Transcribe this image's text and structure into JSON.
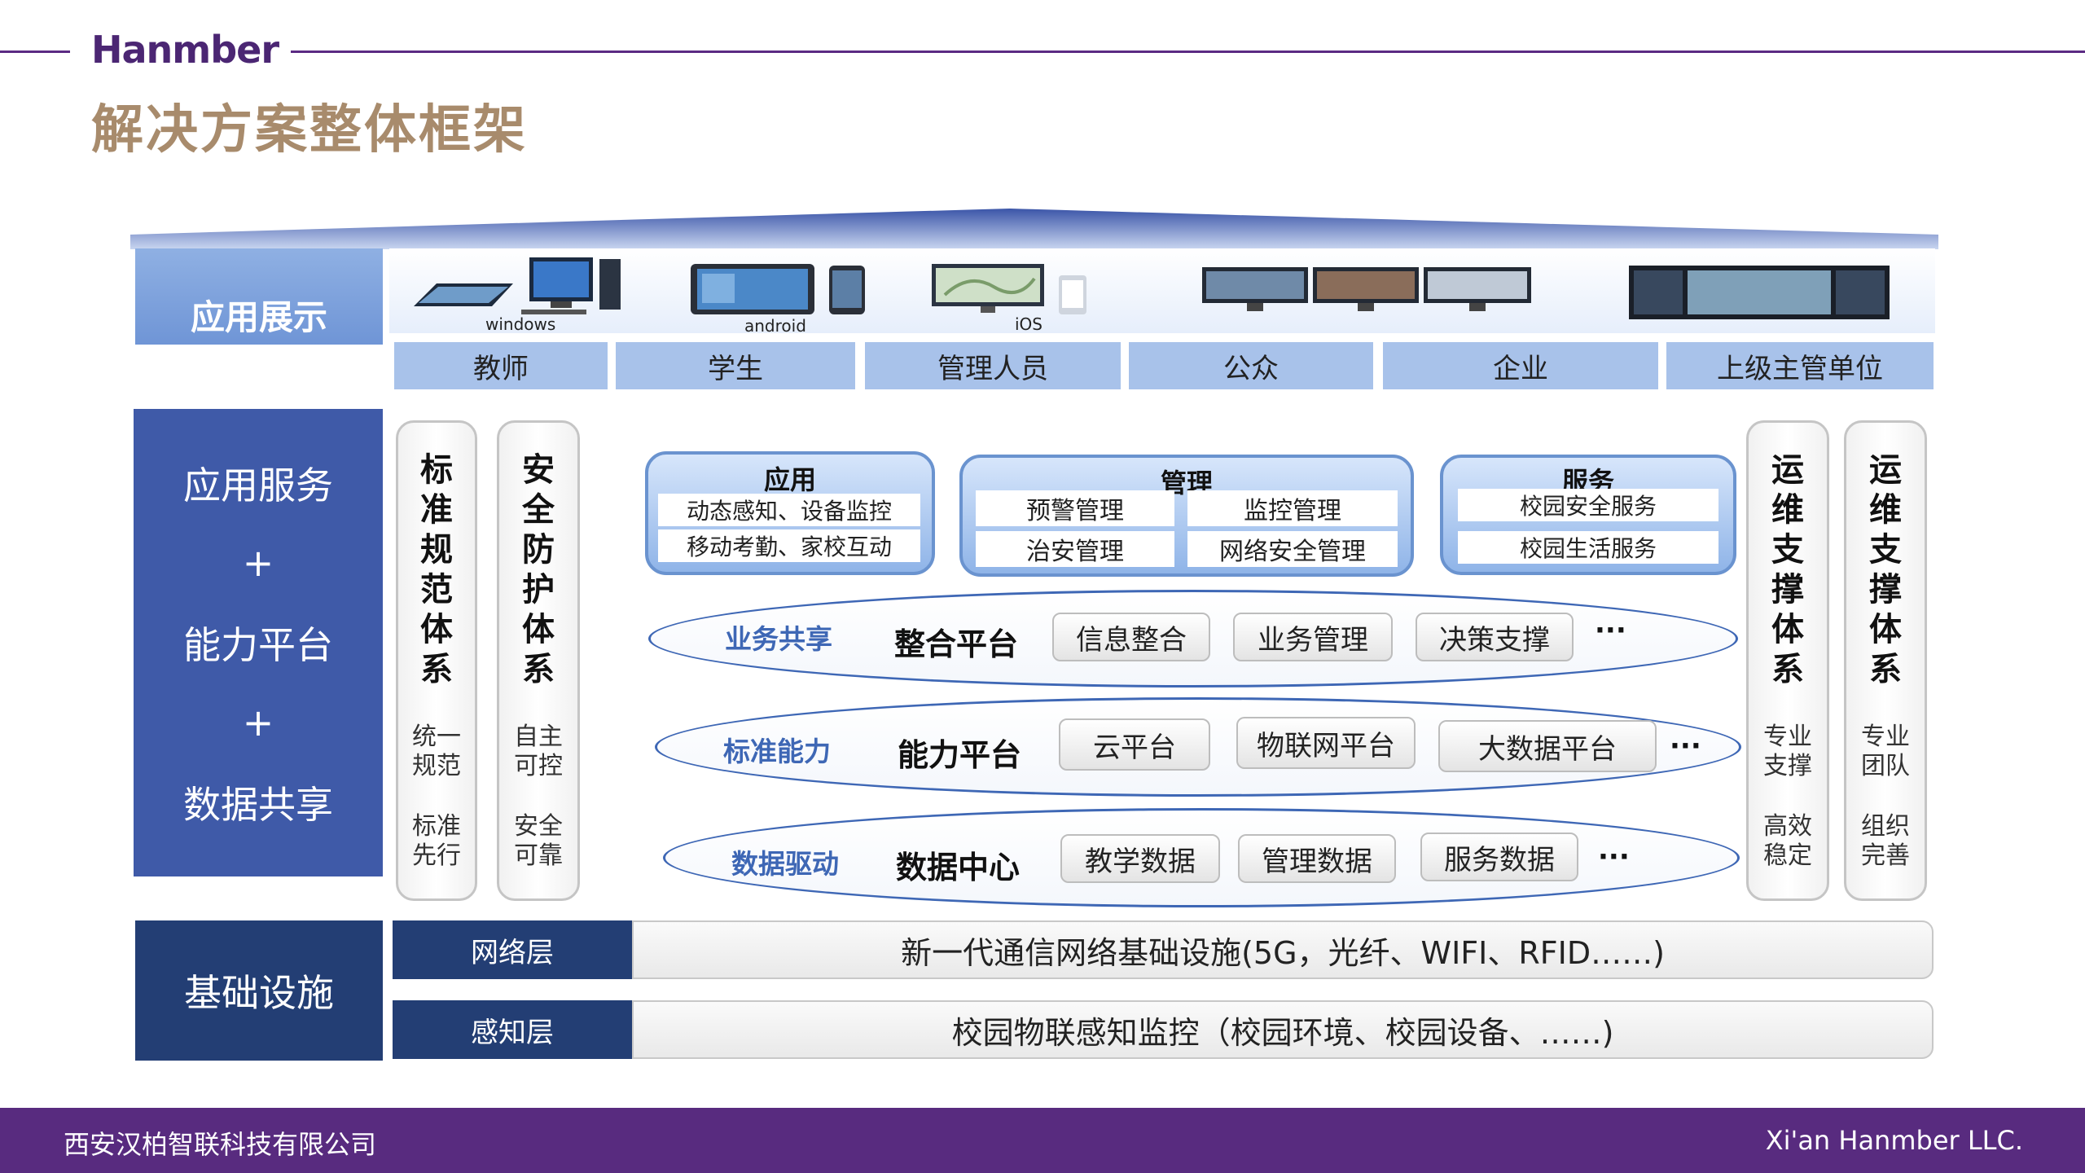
{
  "header": {
    "brand": "Hanmber",
    "title": "解决方案整体框架"
  },
  "footer": {
    "company": "西安汉柏智联科技有限公司",
    "english": "Xi'an Hanmber LLC."
  },
  "left_panels": {
    "app_display": "应用展示",
    "app_service": "应用服务",
    "plus_1": "+",
    "capability_platform": "能力平台",
    "plus_2": "+",
    "data_sharing": "数据共享",
    "infrastructure": "基础设施"
  },
  "devices": [
    {
      "label": "windows",
      "icon": "desktop-pc-icon"
    },
    {
      "label": "android",
      "icon": "tablet-phone-icon"
    },
    {
      "label": "iOS",
      "icon": "monitor-phone-icon"
    },
    {
      "label": "",
      "icon": "multi-monitor-icon"
    },
    {
      "label": "",
      "icon": "video-wall-icon"
    }
  ],
  "roles": [
    "教师",
    "学生",
    "管理人员",
    "公众",
    "企业",
    "上级主管单位"
  ],
  "vertical_cards": [
    {
      "title": [
        "标",
        "准",
        "规",
        "范",
        "体",
        "系"
      ],
      "sub1": [
        "统一",
        "规范"
      ],
      "sub2": [
        "标准",
        "先行"
      ]
    },
    {
      "title": [
        "安",
        "全",
        "防",
        "护",
        "体",
        "系"
      ],
      "sub1": [
        "自主",
        "可控"
      ],
      "sub2": [
        "安全",
        "可靠"
      ]
    },
    {
      "title": [
        "运",
        "维",
        "支",
        "撑",
        "体",
        "系"
      ],
      "sub1": [
        "专业",
        "支撑"
      ],
      "sub2": [
        "高效",
        "稳定"
      ]
    },
    {
      "title": [
        "运",
        "维",
        "支",
        "撑",
        "体",
        "系"
      ],
      "sub1": [
        "专业",
        "团队"
      ],
      "sub2": [
        "组织",
        "完善"
      ]
    }
  ],
  "modules": {
    "application": {
      "title": "应用",
      "items": [
        "动态感知、设备监控",
        "移动考勤、家校互动"
      ]
    },
    "management": {
      "title": "管理",
      "items": [
        "预警管理",
        "监控管理",
        "治安管理",
        "网络安全管理"
      ]
    },
    "service": {
      "title": "服务",
      "items": [
        "校园安全服务",
        "校园生活服务"
      ]
    }
  },
  "layers": [
    {
      "label": "业务共享",
      "title": "整合平台",
      "items": [
        "信息整合",
        "业务管理",
        "决策支撑"
      ],
      "more": "···"
    },
    {
      "label": "标准能力",
      "title": "能力平台",
      "items": [
        "云平台",
        "物联网平台",
        "大数据平台"
      ],
      "more": "···"
    },
    {
      "label": "数据驱动",
      "title": "数据中心",
      "items": [
        "教学数据",
        "管理数据",
        "服务数据"
      ],
      "more": "···"
    }
  ],
  "infrastructure": [
    {
      "tag": "网络层",
      "content": "新一代通信网络基础设施(5G，光纤、WIFI、RFID……)"
    },
    {
      "tag": "感知层",
      "content": "校园物联感知监控（校园环境、校园设备、……)"
    }
  ],
  "colors": {
    "purple": "#582b7f",
    "tan": "#a88b6c",
    "blue_dark": "#233e74",
    "blue_mid": "#3f5aa8",
    "blue_light": "#a8c2ea",
    "accent_blue": "#3e67b5"
  }
}
